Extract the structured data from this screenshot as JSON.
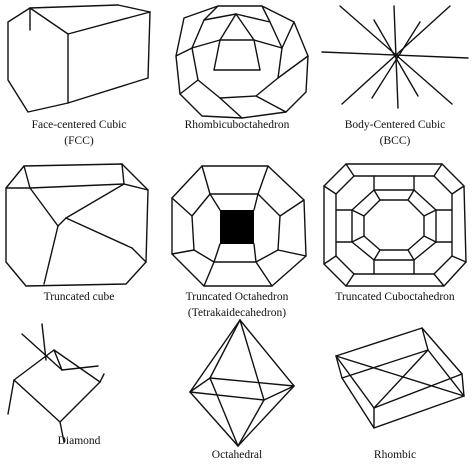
{
  "figure": {
    "items": [
      {
        "id": "fcc",
        "caption_lines": [
          "Face-centered Cubic",
          "(FCC)"
        ]
      },
      {
        "id": "rhombicuboctahedron",
        "caption_lines": [
          "Rhombicuboctahedron"
        ]
      },
      {
        "id": "bcc",
        "caption_lines": [
          "Body-Centered Cubic",
          "(BCC)"
        ]
      },
      {
        "id": "truncated-cube",
        "caption_lines": [
          "Truncated cube"
        ]
      },
      {
        "id": "truncated-octahedron",
        "caption_lines": [
          "Truncated Octahedron",
          "(Tetrakaidecahedron)"
        ]
      },
      {
        "id": "truncated-cuboctahedron",
        "caption_lines": [
          "Truncated Cuboctahedron"
        ]
      },
      {
        "id": "diamond",
        "caption_lines": [
          "Diamond"
        ]
      },
      {
        "id": "octahedral",
        "caption_lines": [
          "Octahedral"
        ]
      },
      {
        "id": "rhombic",
        "caption_lines": [
          "Rhombic"
        ]
      }
    ]
  }
}
